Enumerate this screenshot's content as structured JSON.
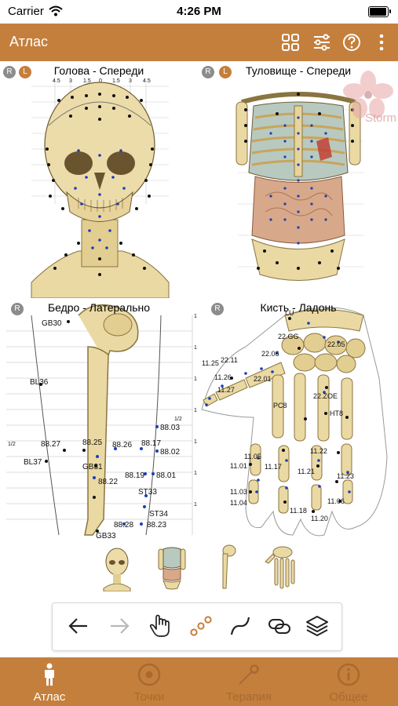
{
  "status": {
    "carrier": "Carrier",
    "time": "4:26 PM",
    "battery_level": 0.95
  },
  "navbar": {
    "title": "Атлас",
    "icons": [
      "grid-icon",
      "sliders-icon",
      "help-icon",
      "more-icon"
    ],
    "background": "#c47f3c"
  },
  "panels": [
    {
      "title": "Голова - Спереди",
      "badges": [
        "R",
        "L"
      ]
    },
    {
      "title": "Туловище - Спереди",
      "badges": [
        "R",
        "L"
      ]
    },
    {
      "title": "Бедро - Латерально",
      "badges": [
        "R"
      ]
    },
    {
      "title": "Кисть - Ладонь",
      "badges": []
    }
  ],
  "watermark": "Storm",
  "head_ticks": [
    "4.5",
    "3",
    "1.5",
    "0",
    "1.5",
    "3",
    "4.5"
  ],
  "thigh_labels": {
    "gb30": "GB30",
    "bl36": "BL36",
    "half_left": "1/2",
    "l8827": "88.27",
    "l8825": "88.25",
    "l8826": "88.26",
    "l8817": "88.17",
    "l8803": "88.03",
    "half_right": "1/2",
    "bl37": "BL37",
    "l8802": "88.02",
    "gb31": "GB31",
    "l8819": "88.19",
    "l8801": "88.01",
    "l8822": "88.22",
    "st33": "ST33",
    "st34": "ST34",
    "l8828": "88.28",
    "l8823": "88.23",
    "gb33": "GB33",
    "ruler_one": "1"
  },
  "hand_labels": {
    "lu": "LU",
    "gg22": "22.GG",
    "l2205": "22.05",
    "l2206": "22.06",
    "l1125": "11.25",
    "l2211": "22.11",
    "l1126": "11.26",
    "l1127": "11.27",
    "l2201": "22.01",
    "pc8": "PC8",
    "zoe": "22.ZOE",
    "ht8": "HT8",
    "l1105": "11.05",
    "l1117": "11.17",
    "l1101": "11.01",
    "l1121": "11.21",
    "l1122": "11.22",
    "l1123": "11.23",
    "l1103": "11.03",
    "l1104": "11.04",
    "l1118": "11.18",
    "l1120": "11.20",
    "l1106": "11.06"
  },
  "thumbnails": [
    "head-thumbnail",
    "torso-thumbnail",
    "thigh-thumbnail",
    "hand-thumbnail"
  ],
  "toolbar": {
    "tools": [
      "back-arrow-icon",
      "forward-arrow-icon",
      "hand-pointer-icon",
      "points-icon",
      "meridian-line-icon",
      "link-icon",
      "layers-icon"
    ],
    "active_tool": "points-icon",
    "accent": "#c47f3c"
  },
  "tabs": [
    {
      "label": "Атлас",
      "icon": "person-icon",
      "active": true
    },
    {
      "label": "Точки",
      "icon": "target-icon",
      "active": false
    },
    {
      "label": "Терапия",
      "icon": "acupuncture-needle-icon",
      "active": false
    },
    {
      "label": "Общее",
      "icon": "info-icon",
      "active": false
    }
  ],
  "colors": {
    "accent": "#c47f3c",
    "inactive_tab": "#a76a30",
    "point_black": "#111111",
    "point_blue": "#1a3fb5",
    "bone": "#ead9a3"
  }
}
